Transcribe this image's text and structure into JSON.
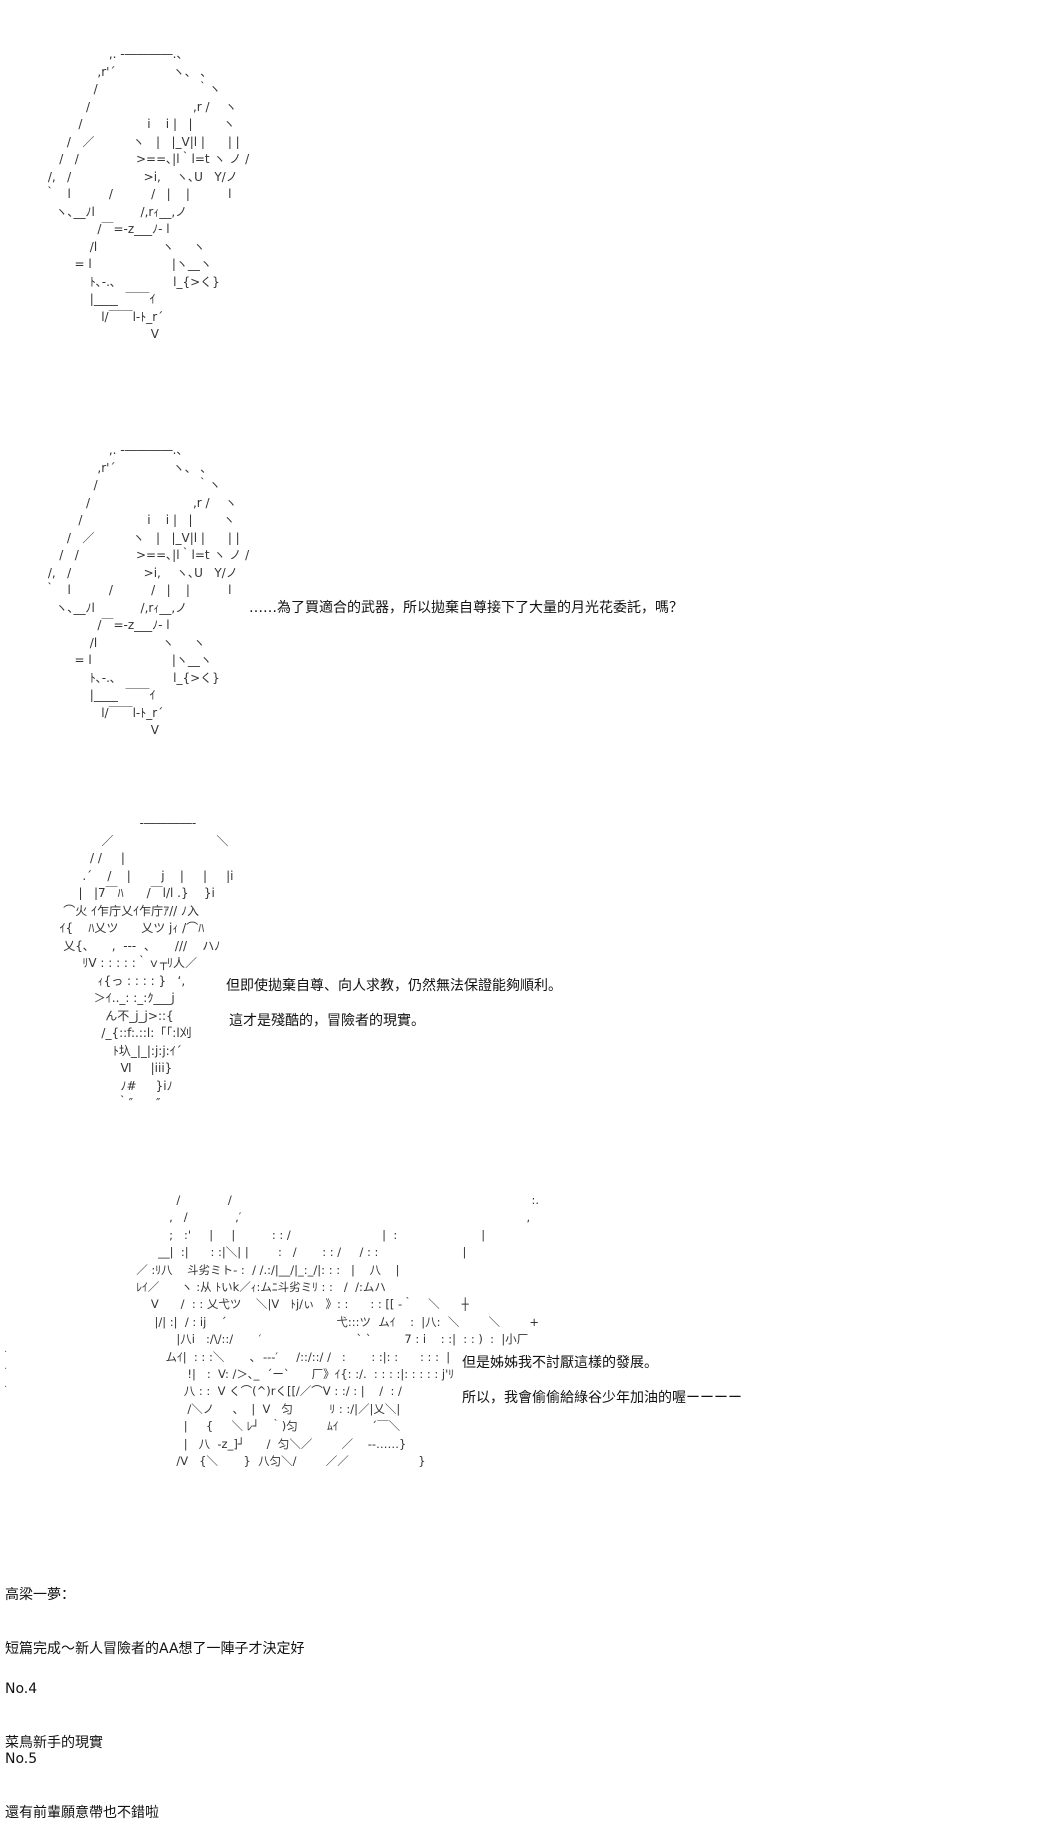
{
  "scenes": [
    {
      "art": "                 ,. ‐――――.、\n              ,r'´               ヽ、 ､\n             /                          ｀ヽ\n           /                           ,r /    ヽ\n         /                 i    i |   |        ヽ\n      /   ／          ヽ   |   |_V|l |      | |\n    /   /               >==､|l｀l=t ヽ ノ /\n /,   /                   >i,    ヽ､U   Y/ノ\n｀   l          /          /   |    |          l\n   ヽ､__ﾉl            /,rｨ__,ノ\n              /￣=-z___ﾉ- l\n            /l                 ヽ     ヽ\n        = l                     |ヽ__ヽ\n            ﾄ､-.､               l_{>く}\n            |____  ￣￣ｲ\n               l/￣￣l-ﾄ_r´\n                            V"
    },
    {
      "art": "                 ,. ‐――――.、\n              ,r'´               ヽ、 ､\n             /                          ｀ヽ\n           /                           ,r /    ヽ\n         /                 i    i |   |        ヽ\n      /   ／          ヽ   |   |_V|l |      | |\n    /   /               >==､|l｀l=t ヽ ノ /\n /,   /                   >i,    ヽ､U   Y/ノ\n｀   l          /          /   |    |          l\n   ヽ､__ﾉl            /,rｨ__,ノ\n              /￣=-z___ﾉ- l\n            /l                 ヽ     ヽ\n        = l                     |ヽ__ヽ\n            ﾄ､-.､               l_{>く}\n            |____  ￣￣ｲ\n               l/￣￣l-ﾄ_r´\n                            V",
      "lines": [
        "……為了買適合的武器，所以拋棄自尊接下了大量的月光花委託，嗎？"
      ]
    },
    {
      "art": "                        ‐――――‐\n              ／                           ＼\n           / /     |\n         .´    /    |        j    |     |     |i\n        |   |7￣ﾊ      /￣l/l .}    }i\n    ⌒火 ｲ乍庁乂ｲ乍庁ｱ// ﾉ入\n   ｲ{    ﾊ乂ツ      乂ツ jｨ /⌒ﾊ\n    乂{､      ,  ---  、     ///    ハﾉ\n         ﾘV : : : : :｀ｖ┬ﾘ人／\n             ｨ{っ : : : : }   ‘,\n            ＞ｲ.._: :_:ｸ___j\n               ん不_j_j>::{\n              /_{::f:.::l:「「:l刈\n                 ﾄ圦_|_|:j:j:ｲ´\n                   Ⅵ     |iii}\n                   ﾉ#     }iﾉ\n                  ｀″      ″",
      "lines": [
        "但即使拋棄自尊、向人求教，仍然無法保證能夠順利。",
        "這才是殘酷的，冒險者的現實。"
      ]
    },
    {
      "art": "                      /             /                                                                                  :.\n                    ,   /             ,′                                                                              ,\n                    ;   :'     |     |          : : /                         |  :                       |\n                 __|  :|      : :|＼| |        :   /       : : /     / : :                       |\n           ／ :ﾘ八    斗劣ミト- :  / /.:/|__/|_:_/|: : :   |    八    |\n           ﾚｲ／      ヽ :从 ﾄいk／ｨ:ムﾆ斗劣ミﾘ : :   /  /:ムハ\n               V      /  : : 乂弋ツ    ＼|V   ﾄj/ぃ   》: :      : : [[ ‐｀    ＼      ┼\n                |/| :|  / : ij    ´                              弋:::ツ  ムｲ    :  |八:  ＼        ＼        +\n                      |八i   :/\\/::/       ′                          ` `         7 : i    : :|  : : )  :  |小厂\n                   ムｲ|  : : :＼       ､  ‐‐‐′     /::/::/ /   :       : :|: :      : : :  |\n                         !|   :  V: /＞､_  ´ー`      厂》ｲ{: :/.  : : : :|: : : : : j'ﾘ\n                        八 : :  V く⌒(^)rく[[/／⌒V : :/ : |    /  : /\n                         /＼ノ     、  |  V   匀          ﾘ : :/|／|乂＼|\n                        |     {     ＼ ﾚ┘   ｀)匀        ﾑｲ         ´￣＼\n                        |   八  -z_]┘      /  匀＼／        ／    ‐-……}\n                      /V   {＼       }  八匀＼/        ／／                   }",
      "lines": [
        "但是姊姊我不討厭這樣的發展。",
        "所以，我會偷偷給綠谷少年加油的喔ーーーー"
      ]
    }
  ],
  "notes": [
    {
      "lines": [
        "高梁一夢：",
        "短篇完成～新人冒險者的AA想了一陣子才決定好"
      ]
    },
    {
      "lines": [
        "No.4",
        "菜鳥新手的現實"
      ]
    },
    {
      "lines": [
        "No.5",
        "還有前輩願意帶也不錯啦"
      ]
    }
  ]
}
